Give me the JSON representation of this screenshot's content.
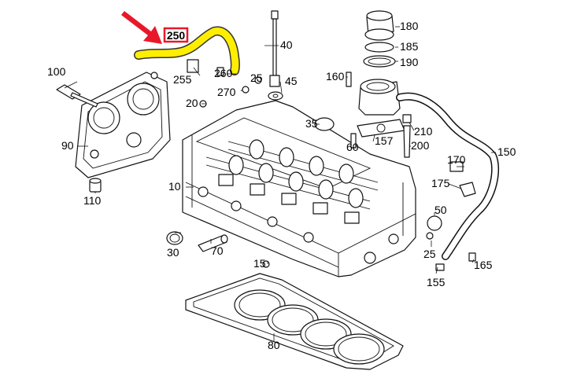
{
  "highlight": {
    "callout": "250",
    "hose_color": "#ffee00",
    "arrow_color": "#e8182a",
    "callout_border": "#e8182a"
  },
  "callouts": {
    "c10": "10",
    "c15": "15",
    "c20": "20",
    "c25a": "25",
    "c25b": "25",
    "c30": "30",
    "c35": "35",
    "c40": "40",
    "c45": "45",
    "c50": "50",
    "c60": "60",
    "c70": "70",
    "c80": "80",
    "c90": "90",
    "c100": "100",
    "c110": "110",
    "c150": "150",
    "c155": "155",
    "c157": "157",
    "c160": "160",
    "c165": "165",
    "c170": "170",
    "c175": "175",
    "c180": "180",
    "c185": "185",
    "c190": "190",
    "c200": "200",
    "c210": "210",
    "c255": "255",
    "c260": "260",
    "c270": "270"
  }
}
